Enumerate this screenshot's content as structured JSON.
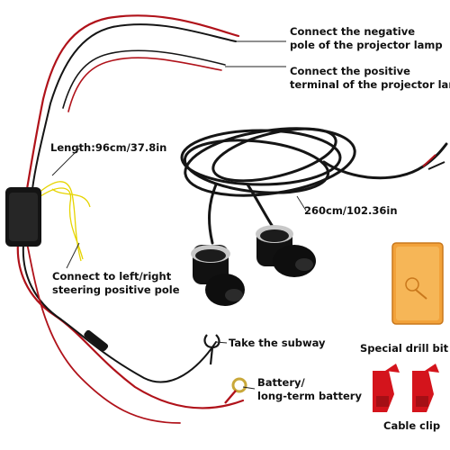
{
  "labels": {
    "negative_pole": [
      "Connect the negative",
      "pole of the projector lamp"
    ],
    "positive_terminal": [
      "Connect the positive",
      "terminal of the projector lamp"
    ],
    "length_short": "Length:96cm/37.8in",
    "length_long": "260cm/102.36in",
    "steering": [
      "Connect to left/right",
      "steering positive pole"
    ],
    "subway": "Take the subway",
    "battery": [
      "Battery/",
      "long-term battery"
    ],
    "drill_bit": "Special drill bit",
    "cable_clip": "Cable clip"
  },
  "colors": {
    "red_wire": "#b0121a",
    "black_wire": "#151515",
    "yellow_wire": "#e6d400",
    "drill_bit_box": "#f2a23a",
    "clip_red": "#d4141c"
  }
}
